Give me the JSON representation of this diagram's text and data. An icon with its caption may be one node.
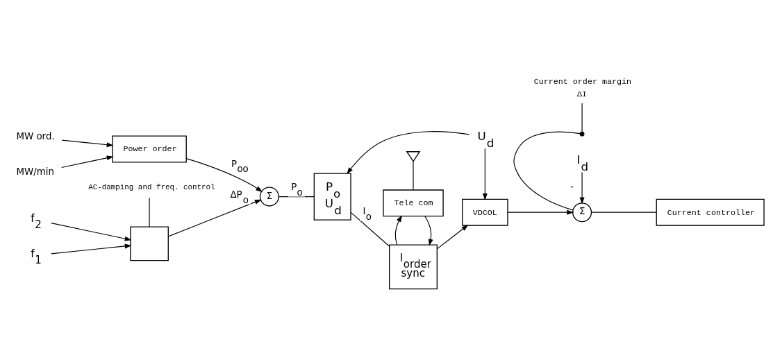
{
  "diagram": {
    "nodes": [
      {
        "text": [
          "MW ord."
        ]
      },
      {
        "text": [
          "MW/min"
        ]
      },
      {
        "text": [
          "Power order"
        ]
      },
      {
        "text": [
          "Σ"
        ]
      },
      {
        "text": [
          "P$_{o}$",
          "U$_{d}$"
        ]
      },
      {
        "text": [
          "Tele com"
        ]
      },
      {
        "text": [],
        "shape": "antenna"
      },
      {
        "text": [
          "I$_{order}$",
          "sync"
        ]
      },
      {
        "text": [
          "VDCOL"
        ]
      },
      {
        "text": [
          "Current order margin",
          "ΔI"
        ]
      },
      {
        "text": [],
        "shape": "switch"
      },
      {
        "text": [
          "Σ"
        ]
      },
      {
        "text": [
          "Current controller"
        ]
      },
      {
        "text": [
          "f$_{1}$"
        ]
      },
      {
        "text": [
          "f$_{2}$"
        ]
      },
      {
        "text": [],
        "shape": "box"
      },
      {
        "text": [
          "AC-damping and freq. control"
        ]
      },
      {
        "text": [
          "U$_{d}$"
        ]
      },
      {
        "text": [
          "I$_{d}$"
        ]
      }
    ],
    "edges": [
      {
        "from": 0,
        "to": 2,
        "arrow": "to"
      },
      {
        "from": 1,
        "to": 2,
        "arrow": "to"
      },
      {
        "from": 2,
        "to": 3,
        "arrow": "to",
        "label": "P$_{oo}$"
      },
      {
        "from": 3,
        "to": 4,
        "arrow": "none",
        "label": "P$_{o}$"
      },
      {
        "from": 13,
        "to": 15,
        "arrow": "to"
      },
      {
        "from": 14,
        "to": 15,
        "arrow": "to"
      },
      {
        "from": 15,
        "to": 3,
        "arrow": "to",
        "label": "ΔP$_{o}$"
      },
      {
        "from": 16,
        "to": 15,
        "arrow": "none"
      },
      {
        "from": 4,
        "to": 7,
        "arrow": "none",
        "label": "I$_{o}$"
      },
      {
        "from": 6,
        "to": 5,
        "arrow": "none"
      },
      {
        "from": 5,
        "to": 7,
        "arrow": "to"
      },
      {
        "from": 7,
        "to": 5,
        "arrow": "to"
      },
      {
        "from": 7,
        "to": 8,
        "arrow": "to"
      },
      {
        "from": 17,
        "to": 4,
        "arrow": "to"
      },
      {
        "from": 17,
        "to": 8,
        "arrow": "to"
      },
      {
        "from": 8,
        "to": 11,
        "arrow": "to"
      },
      {
        "from": 9,
        "to": 10,
        "arrow": "none"
      },
      {
        "from": 10,
        "to": 11,
        "arrow": "none"
      },
      {
        "from": 18,
        "to": 11,
        "arrow": "to",
        "label": "-"
      },
      {
        "from": 11,
        "to": 12,
        "arrow": "none"
      }
    ]
  }
}
